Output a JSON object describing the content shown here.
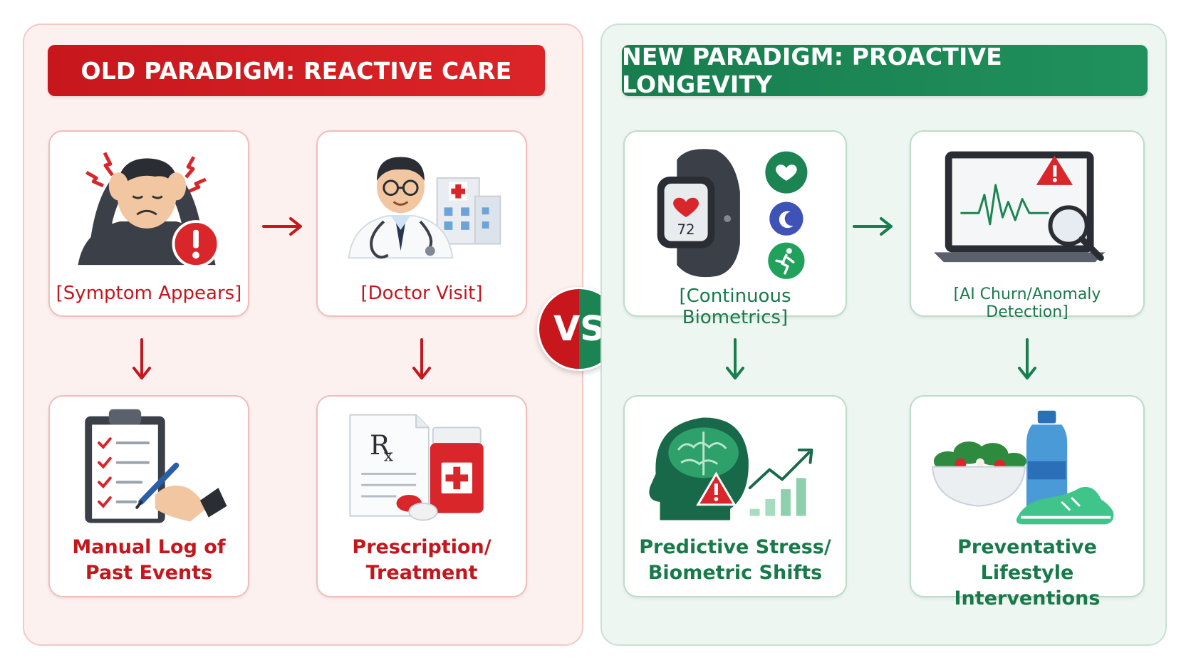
{
  "old_paradigm": {
    "title": "OLD PARADIGM: REACTIVE CARE",
    "accent_color": "#c7171d",
    "cards": [
      {
        "label": "[Symptom Appears]",
        "icon": "stressed-person-icon"
      },
      {
        "label": "[Doctor Visit]",
        "icon": "doctor-hospital-icon"
      },
      {
        "label": "Manual Log of Past Events",
        "icon": "clipboard-checklist-icon"
      },
      {
        "label": "Prescription/ Treatment",
        "icon": "prescription-pills-icon"
      }
    ]
  },
  "versus": {
    "label": "VS"
  },
  "new_paradigm": {
    "title": "NEW PARADIGM: PROACTIVE LONGEVITY",
    "accent_color": "#187d4f",
    "cards": [
      {
        "label": "[Continuous Biometrics]",
        "icon": "smartwatch-icon",
        "watch_reading": "72"
      },
      {
        "label": "[AI Churn/Anomaly Detection]",
        "icon": "laptop-anomaly-icon"
      },
      {
        "label": "Predictive Stress/ Biometric Shifts",
        "icon": "brain-alert-icon"
      },
      {
        "label": "Preventative Lifestyle Interventions",
        "icon": "healthy-lifestyle-icon"
      }
    ]
  }
}
